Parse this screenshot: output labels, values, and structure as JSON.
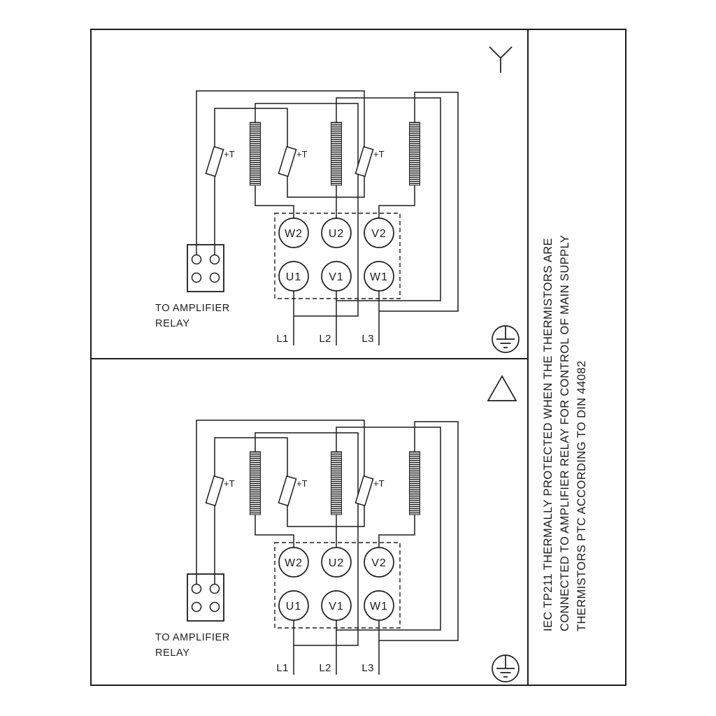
{
  "side_note": {
    "lines": [
      "IEC TP211 THERMALLY PROTECTED WHEN THE THERMISTORS ARE",
      "CONNECTED TO AMPLIFIER RELAY FOR CONTROL OF MAIN SUPPLY",
      "THERMISTORS PTC ACCORDING TO DIN 44082"
    ]
  },
  "panels": [
    {
      "connection_symbol": "wye-icon",
      "terminals_top": [
        "W2",
        "U2",
        "V2"
      ],
      "terminals_bottom": [
        "U1",
        "V1",
        "W1"
      ],
      "supply_lines": [
        "L1",
        "L2",
        "L3"
      ],
      "thermistor_label": "+T",
      "relay_label_line1": "TO AMPLIFIER",
      "relay_label_line2": "RELAY"
    },
    {
      "connection_symbol": "delta-icon",
      "terminals_top": [
        "W2",
        "U2",
        "V2"
      ],
      "terminals_bottom": [
        "U1",
        "V1",
        "W1"
      ],
      "supply_lines": [
        "L1",
        "L2",
        "L3"
      ],
      "thermistor_label": "+T",
      "relay_label_line1": "TO AMPLIFIER",
      "relay_label_line2": "RELAY"
    }
  ],
  "colors": {
    "line": "#1c1c1c",
    "background": "#ffffff"
  }
}
